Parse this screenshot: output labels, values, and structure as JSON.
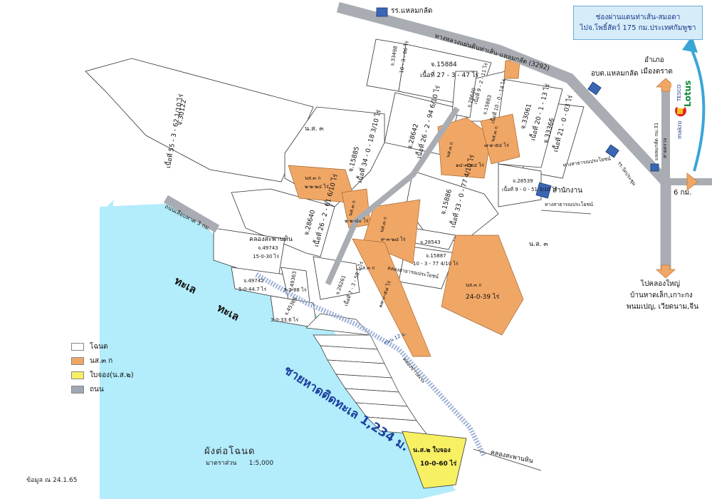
{
  "title_box": {
    "line1": "ช่องผ่านแดนท่าเส้น-สมอดา",
    "line2": "ไปจ.โพธิ์สัตว์ 175 กม.ประเทศกัมพูชา"
  },
  "places": {
    "school_top": "รร.แหลมกลัด",
    "highway": "ทางหลวงแผ่นดินท่าเส้น-แหลมกลัด (3292)",
    "obt": "อบต.แหลมกลัด",
    "district": "อำเภอ",
    "trat": "เมืองตราด",
    "tesco": "Lotus",
    "tesco_small": "TESCO",
    "makro": "makro",
    "hospital": "สายตรวจ",
    "laem_klat": "แหลมกลัด กม.31",
    "school_temple": "รร.วัดประชุม",
    "office": "สำนักงาน",
    "public_way1": "ทางสาธารณประโยชน์",
    "public_way2": "ทางสาธารณประโยชน์",
    "six_km": "6 กม.",
    "south1": "ไปคลองใหญ่",
    "south2": "บ้านหาดเล็ก,เกาะกง",
    "south3": "พนมเปญ, เวียดนาม,จีน",
    "ns3_a": "น.ส. ๓",
    "ns3_b": "น.ส. ๓",
    "beach_road": "ถนนเลียบหาด 3 กม.",
    "khlong1": "คลองสะพานหิน",
    "khlong2": "คลองสะพานหิน",
    "khlong3": "คลองข่าวสะระ",
    "khlong4": "คลองสาธารณประโยชน์",
    "road_label": "ถนน 12 ม.",
    "sea1": "ทะเล",
    "sea2": "ทะเล",
    "beach": "ชายหาดติดทะเล 1,234 ม.",
    "plan_title": "ผังต่อโฉนด",
    "scale_label": "มาตราส่วน",
    "scale_value": "1:5,000",
    "as_of_label": "ข้อมูล ณ",
    "as_of_value": "24.1.65"
  },
  "parcels": [
    {
      "id": "p30122",
      "no": "จ.30122",
      "area": "เนื้อที่ 55 - 3 - 62 1/10 ไร่",
      "type": "chanote"
    },
    {
      "id": "p33498",
      "no": "จ.33498",
      "area": "10 - 3 - 06 ไร่",
      "type": "chanote"
    },
    {
      "id": "p15884",
      "no": "จ.15884",
      "area": "เนื้อที่ 27 - 3 - 47 ไร่",
      "type": "chanote"
    },
    {
      "id": "p28642",
      "no": "จ.28642",
      "area": "เนื้อที่ 26 - 2 - 94 6/10 ไร่",
      "type": "chanote"
    },
    {
      "id": "p15885",
      "no": "จ.15885",
      "area": "เนื้อที่ 34 - 0 - 18 3/10 ไร่",
      "type": "chanote"
    },
    {
      "id": "p28640",
      "no": "จ.28640",
      "area": "เนื้อที่ 26 - 2 - 61 6/10 ไร่",
      "type": "chanote"
    },
    {
      "id": "p15886",
      "no": "จ.15886",
      "area": "เนื้อที่ 33 - 0 - 77 4/10 ไร่",
      "type": "chanote"
    },
    {
      "id": "p33366",
      "no": "จ.33366",
      "area": "เนื้อที่ 21 - 0 - 03 ไร่",
      "type": "chanote"
    },
    {
      "id": "p33061",
      "no": "จ.33061",
      "area": "เนื้อที่ 20 - 1 - 13 ไร่",
      "type": "chanote"
    },
    {
      "id": "p15883",
      "no": "จ.15883",
      "area": "เนื้อที่ 10 - 0 - 14 ไร่",
      "type": "chanote"
    },
    {
      "id": "p28640b",
      "no": "จ.28640",
      "area": "เนื้อที่ 9 - 2 - 11 ไร่",
      "type": "chanote"
    },
    {
      "id": "p28539",
      "no": "จ.28539",
      "area": "เนื้อที่ 9 - 0 - 51 3/10 ไร่",
      "type": "chanote"
    },
    {
      "id": "p28543",
      "no": "จ.28543",
      "area": "",
      "type": "chanote"
    },
    {
      "id": "p15887",
      "no": "จ.15887",
      "area": "10 - 3 - 77 4/10 ไร่",
      "type": "chanote"
    },
    {
      "id": "p26261",
      "no": "จ.26261",
      "area": "เนื้อที่ 7 - 3 - 58.1 ไร่",
      "type": "chanote"
    },
    {
      "id": "p49743",
      "no": "จ.49743",
      "area": "15-0-30 ไร่",
      "type": "chanote"
    },
    {
      "id": "p49742",
      "no": "จ.49742",
      "area": "5-0-44.7 ไร่",
      "type": "chanote"
    },
    {
      "id": "p49363",
      "no": "จ.49363",
      "area": "3-2-88 ไร่",
      "type": "chanote"
    },
    {
      "id": "p45365",
      "no": "จ.45365",
      "area": "3-0-33.6 ไร่",
      "type": "chanote"
    },
    {
      "id": "ns3a",
      "no": "นส.๓ ก",
      "area": "๒-๒-๒๔ ไร่",
      "type": "ns3k"
    },
    {
      "id": "ns3b",
      "no": "นส.๓ ก",
      "area": "๑๔-๓-๕๔ ไร่",
      "type": "ns3k"
    },
    {
      "id": "ns3c",
      "no": "นส.๓ ก",
      "area": "๗-๑-๕๔ ไร่",
      "type": "ns3k"
    },
    {
      "id": "ns3d",
      "no": "นส.๓ ก",
      "area": "๒-๒-๔๐ ไร่",
      "type": "ns3k"
    },
    {
      "id": "ns3e",
      "no": "นส.๓ ก",
      "area": "๙-๓-๒๘ ไร่",
      "type": "ns3k"
    },
    {
      "id": "ns3f",
      "no": "นส.๓ ก",
      "area": "๑๗-๐-๕๘ ไร่",
      "type": "ns3k"
    },
    {
      "id": "ns3g",
      "no": "นส.๓ ก",
      "area": "24-0-39 ไร่",
      "type": "ns3k"
    },
    {
      "id": "ns2",
      "no": "น.ส.๒ ใบจอง",
      "area": "10-0-60 ไร่",
      "type": "ns2"
    }
  ],
  "legend": [
    {
      "label": "โฉนด",
      "color": "#ffffff"
    },
    {
      "label": "นส.๓ ก",
      "color": "#f0a766"
    },
    {
      "label": "ใบจอง(น.ส.๒)",
      "color": "#f7f063"
    },
    {
      "label": "ถนน",
      "color": "#a0a7b4"
    }
  ],
  "colors": {
    "sea": "#b3ecfb",
    "road": "#a9adb3",
    "ns3k": "#f0a766",
    "ns2": "#f7f063",
    "chanote": "#ffffff",
    "building": "#3a66b4",
    "arrow": "#f0a766",
    "beach_text": "#1c3f9e",
    "curve_arrow": "#3aa6d6"
  }
}
